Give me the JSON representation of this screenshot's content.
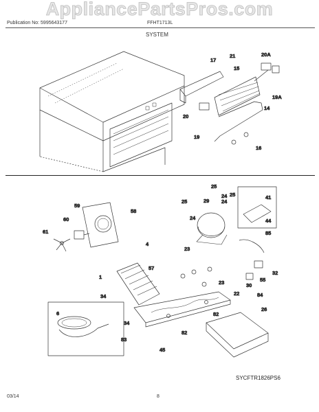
{
  "watermark": "AppliancePartsPros.com",
  "header": {
    "publication": "Publication No: 5995643177",
    "model": "FFHT1713L",
    "section": "SYSTEM"
  },
  "callouts": [
    "21",
    "20A",
    "17",
    "15",
    "19A",
    "14",
    "20",
    "19",
    "16",
    "25",
    "24",
    "29",
    "25",
    "24",
    "41",
    "59",
    "58",
    "25",
    "24",
    "44",
    "60",
    "61",
    "4",
    "23",
    "85",
    "57",
    "1",
    "23",
    "55",
    "32",
    "34",
    "30",
    "22",
    "84",
    "6",
    "34",
    "26",
    "82",
    "83",
    "82",
    "45"
  ],
  "diagram_code": "SYCFTR1826PS6",
  "footer": {
    "date": "03/14",
    "page": "8"
  }
}
